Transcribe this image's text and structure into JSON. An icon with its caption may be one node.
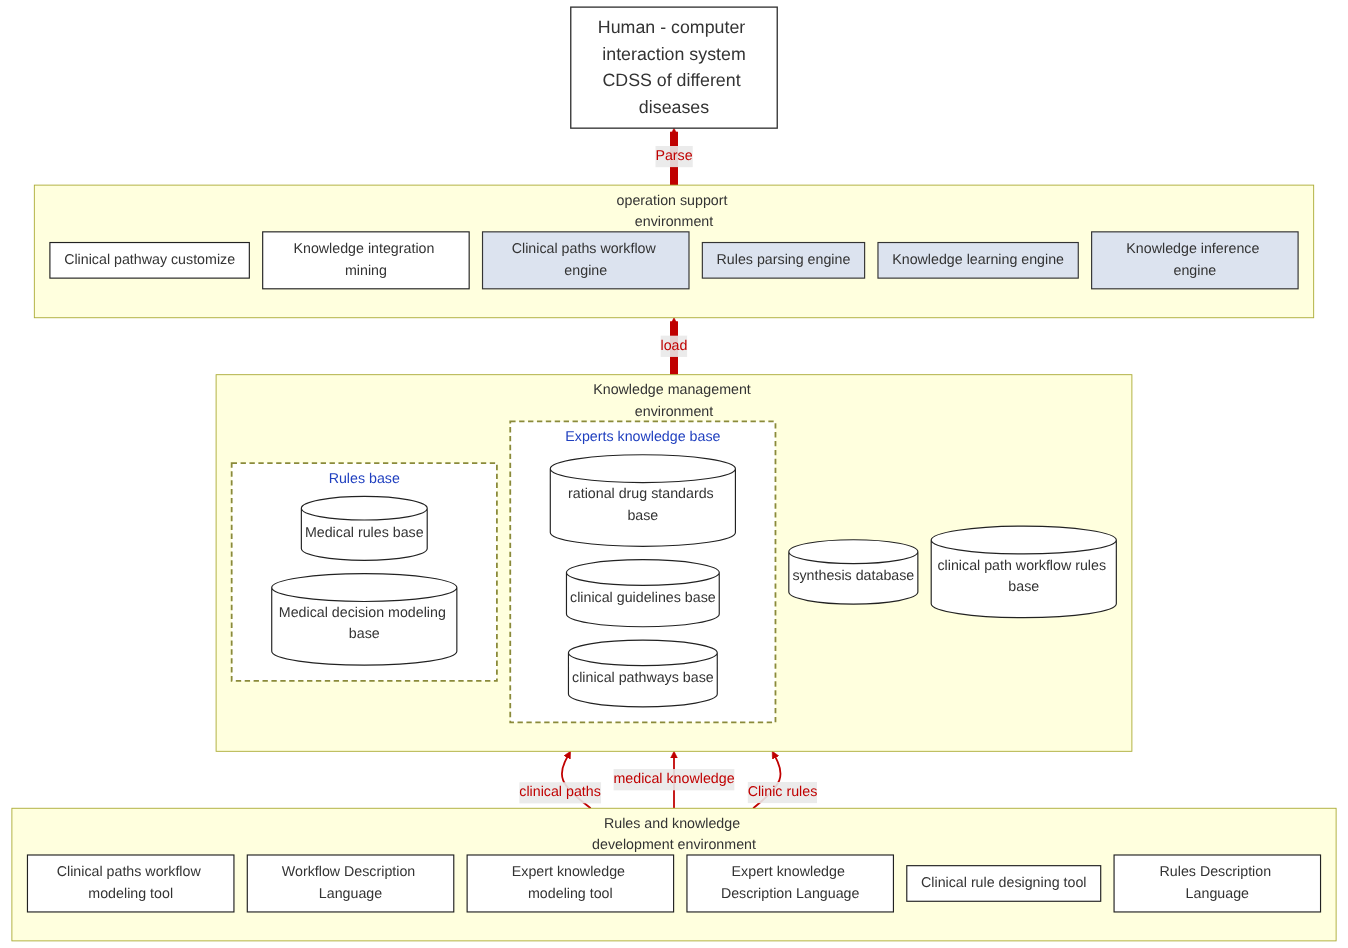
{
  "diagram": {
    "nodes": [
      {
        "text": [
          "Human - computer interaction system",
          "CDSS of different diseases"
        ]
      },
      {
        "text": [
          "operation support environment"
        ]
      },
      {
        "text": [
          "Clinical pathway customize"
        ],
        "in": 1
      },
      {
        "text": [
          "Knowledge integration mining"
        ],
        "in": 1
      },
      {
        "text": [
          "Clinical paths workflow engine"
        ],
        "in": 1
      },
      {
        "text": [
          "Rules parsing engine"
        ],
        "in": 1
      },
      {
        "text": [
          "Knowledge learning engine"
        ],
        "in": 1
      },
      {
        "text": [
          "Knowledge inference engine"
        ],
        "in": 1
      },
      {
        "text": [
          "Knowledge management environment"
        ]
      },
      {
        "text": [
          "synthesis database"
        ],
        "in": 8
      },
      {
        "text": [
          "clinical path workflow rules base"
        ],
        "in": 8
      },
      {
        "text": [
          "Experts knowledge base"
        ],
        "in": 8
      },
      {
        "text": [
          "rational drug standards base"
        ],
        "in": 11
      },
      {
        "text": [
          "clinical guidelines base"
        ],
        "in": 11
      },
      {
        "text": [
          "clinical pathways base"
        ],
        "in": 11
      },
      {
        "text": [
          "Rules base"
        ],
        "in": 8
      },
      {
        "text": [
          "Medical rules base"
        ],
        "in": 15
      },
      {
        "text": [
          "Medical decision modeling base"
        ],
        "in": 15
      },
      {
        "text": [
          "Rules and knowledge development environment"
        ]
      },
      {
        "text": [
          "Clinical paths workflow modeling tool"
        ],
        "in": 18
      },
      {
        "text": [
          "Workflow Description Language"
        ],
        "in": 18
      },
      {
        "text": [
          "Expert knowledge modeling tool"
        ],
        "in": 18
      },
      {
        "text": [
          "Expert knowledge Description Language"
        ],
        "in": 18
      },
      {
        "text": [
          "Clinical rule designing tool"
        ],
        "in": 18
      },
      {
        "text": [
          "Rules Description Language"
        ],
        "in": 18
      }
    ],
    "edges": [
      {
        "from": 1,
        "to": 0,
        "arrow": "to",
        "label": "Parse",
        "style": "thick",
        "color": "#c00000"
      },
      {
        "from": 8,
        "to": 1,
        "arrow": "to",
        "label": "load",
        "style": "thick",
        "color": "#c00000"
      },
      {
        "from": 18,
        "to": 8,
        "arrow": "to",
        "label": "clinical paths",
        "color": "#c00000"
      },
      {
        "from": 18,
        "to": 8,
        "arrow": "to",
        "label": "medical knowledge",
        "color": "#c00000"
      },
      {
        "from": 18,
        "to": 8,
        "arrow": "to",
        "label": "Clinic rules",
        "color": "#c00000"
      }
    ]
  }
}
